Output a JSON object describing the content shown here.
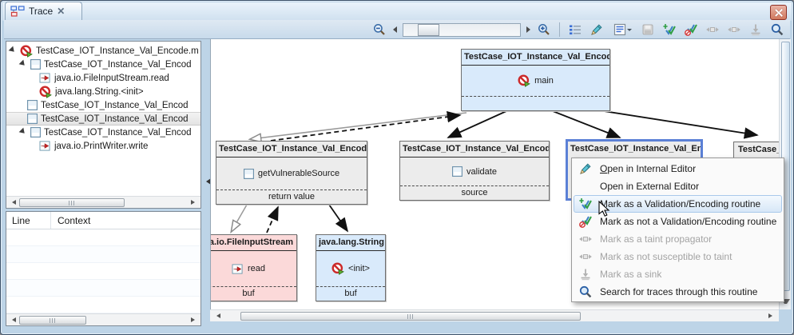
{
  "tab": {
    "label": "Trace",
    "close_glyph": "✕"
  },
  "tree": {
    "items": [
      {
        "label": "TestCase_IOT_Instance_Val_Encode.m",
        "icon": "vulnerability-icon",
        "level": 0,
        "expanded": true
      },
      {
        "label": "TestCase_IOT_Instance_Val_Encod",
        "icon": "checkbox-icon",
        "level": 1,
        "expanded": true
      },
      {
        "label": "java.io.FileInputStream.read",
        "icon": "red-arrow-icon",
        "level": 2
      },
      {
        "label": "java.lang.String.<init>",
        "icon": "vulnerability-icon",
        "level": 2
      },
      {
        "label": "TestCase_IOT_Instance_Val_Encod",
        "icon": "checkbox-icon",
        "level": 1
      },
      {
        "label": "TestCase_IOT_Instance_Val_Encod",
        "icon": "checkbox-icon",
        "level": 1,
        "selected": true
      },
      {
        "label": "TestCase_IOT_Instance_Val_Encod",
        "icon": "checkbox-icon",
        "level": 1,
        "expanded": true
      },
      {
        "label": "java.io.PrintWriter.write",
        "icon": "red-arrow-icon",
        "level": 2
      }
    ]
  },
  "table": {
    "columns": [
      "Line",
      "Context"
    ]
  },
  "toolbar": {
    "icons": [
      "zoom-out",
      "zoom-slider",
      "zoom-in",
      "outline-list",
      "edit-pencil",
      "report-menu-dropdown",
      "snapshot-disabled",
      "mark-validation",
      "mark-not-validation",
      "taint-propagator-disabled",
      "not-susceptible-disabled",
      "sink-disabled",
      "search"
    ]
  },
  "diagram": {
    "nodes": [
      {
        "title": "TestCase_IOT_Instance_Val_Encode",
        "member": "main",
        "icon": "vulnerability-icon",
        "footer": "",
        "style": "blue"
      },
      {
        "title": "TestCase_IOT_Instance_Val_Encode",
        "member": "getVulnerableSource",
        "icon": "checkbox-icon",
        "footer": "return value",
        "style": "gray"
      },
      {
        "title": "TestCase_IOT_Instance_Val_Encode",
        "member": "validate",
        "icon": "checkbox-icon",
        "footer": "source",
        "style": "gray"
      },
      {
        "title": "TestCase_IOT_Instance_Val_Encode",
        "member": "",
        "footer": "",
        "style": "selected"
      },
      {
        "title": "TestCase_I",
        "member": "",
        "footer": "",
        "style": "gray-clipped"
      },
      {
        "title": "a.io.FileInputStream",
        "member": "read",
        "icon": "red-arrow-icon",
        "footer": "buf",
        "style": "pink"
      },
      {
        "title": "java.lang.String",
        "member": "<init>",
        "icon": "vulnerability-icon",
        "footer": "buf",
        "style": "blue"
      }
    ]
  },
  "context_menu": {
    "items": [
      {
        "label": "Open in Internal Editor",
        "icon": "edit-pencil",
        "enabled": true
      },
      {
        "label": "Open in External Editor",
        "icon": "none",
        "enabled": true
      },
      {
        "label": "Mark as a Validation/Encoding routine",
        "icon": "mark-validation",
        "enabled": true,
        "highlighted": true
      },
      {
        "label": "Mark as not a Validation/Encoding routine",
        "icon": "mark-not-validation",
        "enabled": true
      },
      {
        "label": "Mark as a taint propagator",
        "icon": "taint-propagator",
        "enabled": false
      },
      {
        "label": "Mark as not susceptible to taint",
        "icon": "not-susceptible",
        "enabled": false
      },
      {
        "label": "Mark as a sink",
        "icon": "sink",
        "enabled": false
      },
      {
        "label": "Search for traces through this routine",
        "icon": "search",
        "enabled": true
      }
    ]
  }
}
